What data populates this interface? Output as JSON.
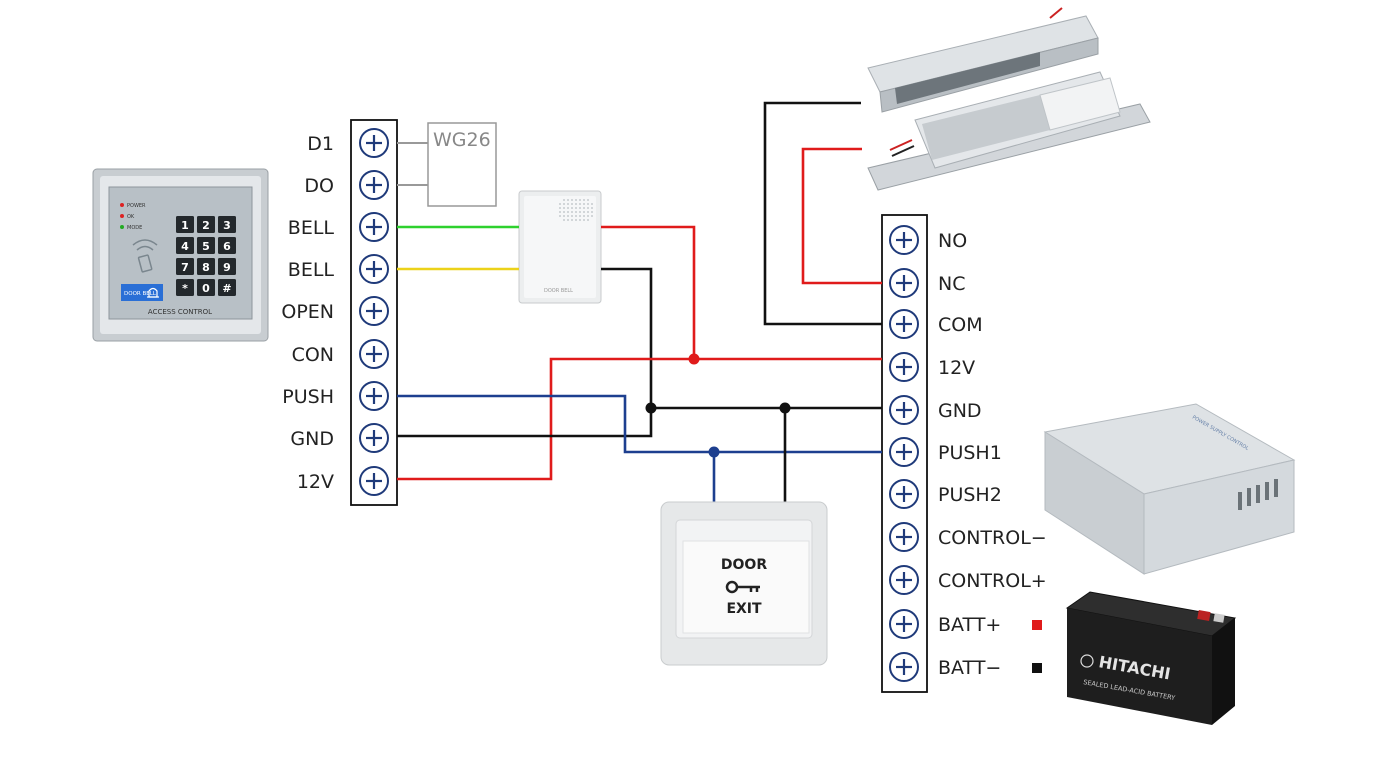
{
  "left_terminals": [
    "D1",
    "DO",
    "BELL",
    "BELL",
    "OPEN",
    "CON",
    "PUSH",
    "GND",
    "12V"
  ],
  "right_terminals": [
    "NO",
    "NC",
    "COM",
    "12V",
    "GND",
    "PUSH1",
    "PUSH2",
    "CONTROL−",
    "CONTROL+",
    "BATT+",
    "BATT−"
  ],
  "wiegand_label": "WG26",
  "keypad": {
    "keys": [
      "1",
      "2",
      "3",
      "4",
      "5",
      "6",
      "7",
      "8",
      "9",
      "*",
      "0",
      "#"
    ],
    "indicators": [
      "POWER",
      "OK",
      "MODE"
    ],
    "bell_text": "DOOR BELL",
    "caption": "ACCESS CONTROL"
  },
  "doorbell_caption": "DOOR BELL",
  "exit_button": {
    "line1": "DOOR",
    "line2": "EXIT"
  },
  "power_supply_label": "POWER SUPPLY CONTROL",
  "battery": {
    "brand": "HITACHI",
    "line1": "SEALED LEAD-ACID BATTERY"
  },
  "colors": {
    "red": "#e01b1b",
    "black": "#111111",
    "blue": "#1d3f8f",
    "green": "#2ed12e",
    "yellow": "#ecd21a",
    "terminal": "#1f3a7a"
  }
}
